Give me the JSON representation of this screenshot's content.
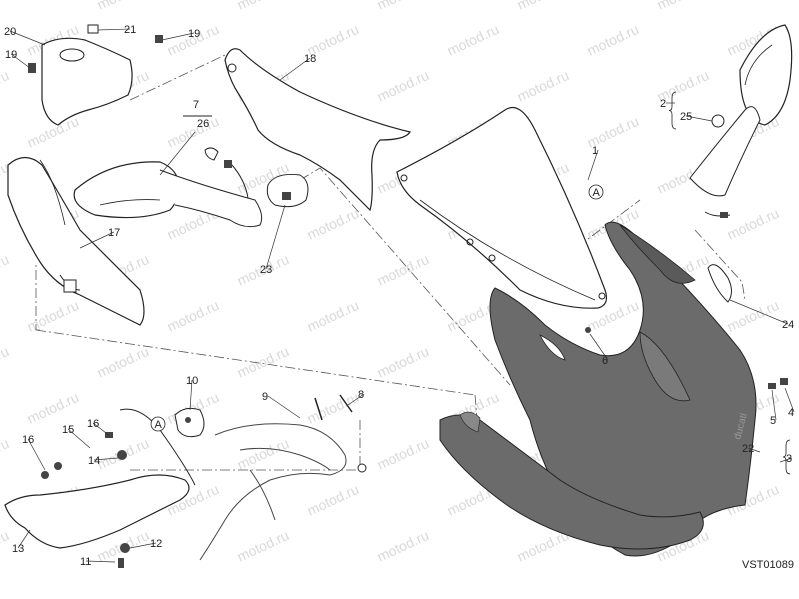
{
  "diagram": {
    "drawing_code": "VST01089",
    "watermark": "motod.ru",
    "callouts": [
      {
        "id": "c1",
        "label": "1"
      },
      {
        "id": "c2",
        "label": "2"
      },
      {
        "id": "c3",
        "label": "3"
      },
      {
        "id": "c4",
        "label": "4"
      },
      {
        "id": "c5",
        "label": "5"
      },
      {
        "id": "c6",
        "label": "6"
      },
      {
        "id": "c7",
        "label": "7"
      },
      {
        "id": "c8",
        "label": "8"
      },
      {
        "id": "c9",
        "label": "9"
      },
      {
        "id": "c10",
        "label": "10"
      },
      {
        "id": "c11",
        "label": "11"
      },
      {
        "id": "c12",
        "label": "12"
      },
      {
        "id": "c13",
        "label": "13"
      },
      {
        "id": "c14",
        "label": "14"
      },
      {
        "id": "c15",
        "label": "15"
      },
      {
        "id": "c16a",
        "label": "16"
      },
      {
        "id": "c16b",
        "label": "16"
      },
      {
        "id": "c17",
        "label": "17"
      },
      {
        "id": "c18",
        "label": "18"
      },
      {
        "id": "c19a",
        "label": "19"
      },
      {
        "id": "c19b",
        "label": "19"
      },
      {
        "id": "c20",
        "label": "20"
      },
      {
        "id": "c21",
        "label": "21"
      },
      {
        "id": "c22",
        "label": "22"
      },
      {
        "id": "c23",
        "label": "23"
      },
      {
        "id": "c24",
        "label": "24"
      },
      {
        "id": "c25",
        "label": "25"
      },
      {
        "id": "c26",
        "label": "26"
      }
    ],
    "markers": [
      {
        "id": "mA1",
        "label": "A"
      },
      {
        "id": "mA2",
        "label": "A"
      }
    ]
  }
}
